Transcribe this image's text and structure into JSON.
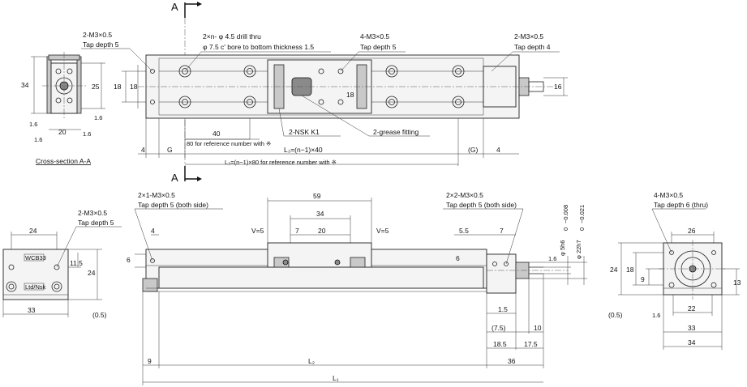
{
  "section": {
    "marker": "A",
    "caption": "Cross-section A-A"
  },
  "top_view": {
    "notes": {
      "left_tap": [
        "2-M3×0.5",
        "Tap depth 5"
      ],
      "drill": [
        "2×n- φ 4.5 drill thru",
        "φ 7.5 c' bore to bottom thickness 1.5"
      ],
      "center_tap": [
        "4-M3×0.5",
        "Tap depth 5"
      ],
      "right_tap": [
        "2-M3×0.5",
        "Tap depth 4"
      ],
      "nsk": "2-NSK K1",
      "grease": "2-grease fitting"
    },
    "dims": {
      "height34": "34",
      "d25": "25",
      "d18a": "18",
      "d18b": "18",
      "d18c": "18",
      "d16": "16",
      "d20": "20",
      "d16a": "1.6",
      "d16b": "1.6",
      "d16c": "1.6",
      "d16d": "1.6",
      "pitch40": "40",
      "ref80": "80 for reference number with ※",
      "d4a": "4",
      "g": "G",
      "l3": "L₃=(n−1)×40",
      "g2": "(G)",
      "d4b": "4",
      "l3ref": "L₃=(n−1)×80 for reference number with ※"
    }
  },
  "left_end": {
    "note": [
      "2-M3×0.5",
      "Tap depth 5"
    ],
    "dims": {
      "w24": "24",
      "d11": "11.5",
      "h24": "24",
      "w33": "33",
      "d05": "(0.5)"
    },
    "labels": {
      "plate1": "WCB33",
      "plate2": "Ltd/Nsk"
    }
  },
  "front_view": {
    "notes": {
      "left": [
        "2×1-M3×0.5",
        "Tap depth 5 (both side)"
      ],
      "right": [
        "2×2-M3×0.5",
        "Tap depth 5 (both side)"
      ]
    },
    "dims": {
      "d4": "4",
      "d6": "6",
      "w59": "59",
      "w34": "34",
      "w7": "7",
      "w20": "20",
      "v5a": "V=5",
      "v5b": "V=5",
      "r55": "5.5",
      "r7": "7",
      "r6": "6",
      "shaft1": "φ 5h6",
      "shaft1tol": "−0.008",
      "shaft2": "φ 22h7",
      "shaft2tol": "−0.021",
      "d16": "1.6",
      "d15": "1.5",
      "d75": "(7.5)",
      "d10": "10",
      "d185": "18.5",
      "d175": "17.5",
      "d9": "9",
      "l2": "L₂",
      "d36": "36",
      "l1": "L₁",
      "zero1": "0",
      "zero2": "0"
    }
  },
  "right_end": {
    "note": [
      "4-M3×0.5",
      "Tap depth 6 (thru)"
    ],
    "dims": {
      "w26": "26",
      "h18": "18",
      "h24": "24",
      "h9": "9",
      "h13": "13",
      "w22": "22",
      "w33": "33",
      "w34": "34",
      "d05": "(0.5)",
      "d16": "1.6"
    }
  }
}
